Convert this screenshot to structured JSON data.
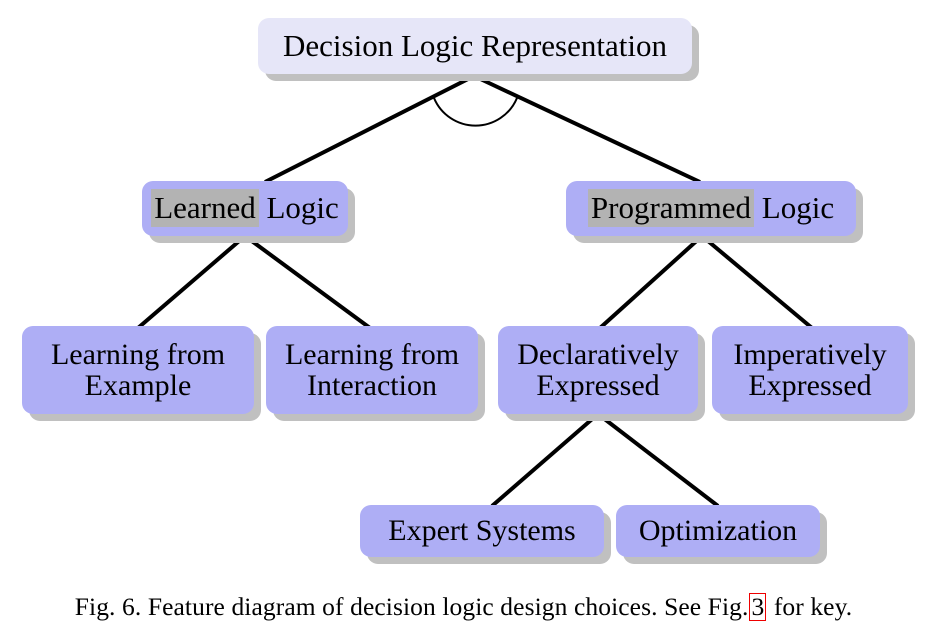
{
  "figure": {
    "caption_prefix": "Fig. 6.",
    "caption_body": "Feature diagram of decision logic design choices. See Fig.",
    "caption_link": "3",
    "caption_suffix": "for key.",
    "colors": {
      "root_fill": "#e6e6f8",
      "node_fill": "#aeaef5",
      "shadow": "#c0c0c0",
      "highlight": "#b3b3b3",
      "edge": "#000000",
      "link_box": "#ee0000",
      "background": "#ffffff"
    }
  },
  "diagram": {
    "type": "feature-diagram",
    "notation": {
      "xor_arc": "alternative (exactly-one) group arc under root"
    },
    "nodes": {
      "root": {
        "label": "Decision Logic Representation",
        "level": 0
      },
      "learned_logic": {
        "label_marked": "Learned",
        "label_rest": " Logic",
        "level": 1
      },
      "programmed_logic": {
        "label_marked": "Programmed",
        "label_rest": " Logic",
        "level": 1
      },
      "learning_from_example": {
        "label": "Learning from\nExample",
        "level": 2
      },
      "learning_from_interaction": {
        "label": "Learning from\nInteraction",
        "level": 2
      },
      "declaratively_expressed": {
        "label": "Declaratively\nExpressed",
        "level": 2
      },
      "imperatively_expressed": {
        "label": "Imperatively\nExpressed",
        "level": 2
      },
      "expert_systems": {
        "label": "Expert Systems",
        "level": 3
      },
      "optimization": {
        "label": "Optimization",
        "level": 3
      }
    },
    "edges": [
      {
        "from": "root",
        "to": "learned_logic"
      },
      {
        "from": "root",
        "to": "programmed_logic"
      },
      {
        "from": "learned_logic",
        "to": "learning_from_example"
      },
      {
        "from": "learned_logic",
        "to": "learning_from_interaction"
      },
      {
        "from": "programmed_logic",
        "to": "declaratively_expressed"
      },
      {
        "from": "programmed_logic",
        "to": "imperatively_expressed"
      },
      {
        "from": "declaratively_expressed",
        "to": "expert_systems"
      },
      {
        "from": "declaratively_expressed",
        "to": "optimization"
      }
    ]
  }
}
